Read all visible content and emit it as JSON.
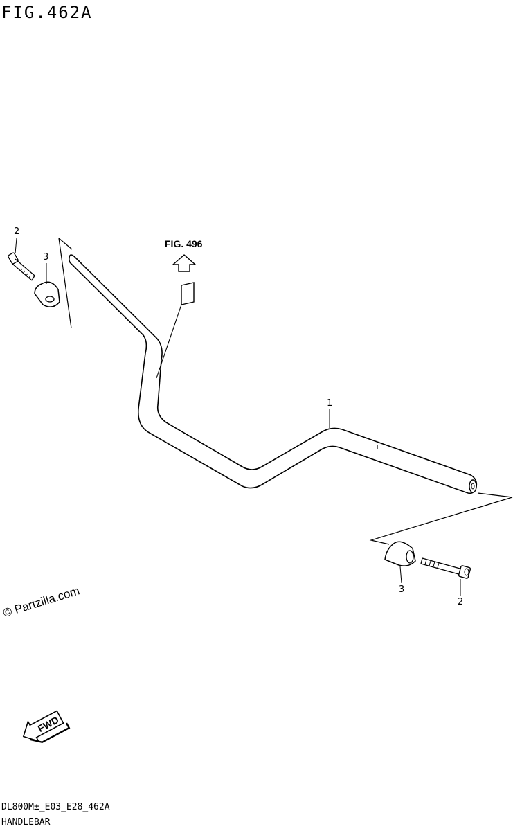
{
  "header": {
    "figure_title": "FIG.462A"
  },
  "reference": {
    "label": "FIG. 496"
  },
  "callouts": {
    "part1": "1",
    "part2_upper": "2",
    "part3_upper": "3",
    "part2_lower": "2",
    "part3_lower": "3"
  },
  "watermark": {
    "copyright": "© Partzilla.com"
  },
  "direction": {
    "fwd": "FWD"
  },
  "footer": {
    "diagram_code": "DL800M±_E03_E28_462A",
    "part_name": "HANDLEBAR"
  }
}
